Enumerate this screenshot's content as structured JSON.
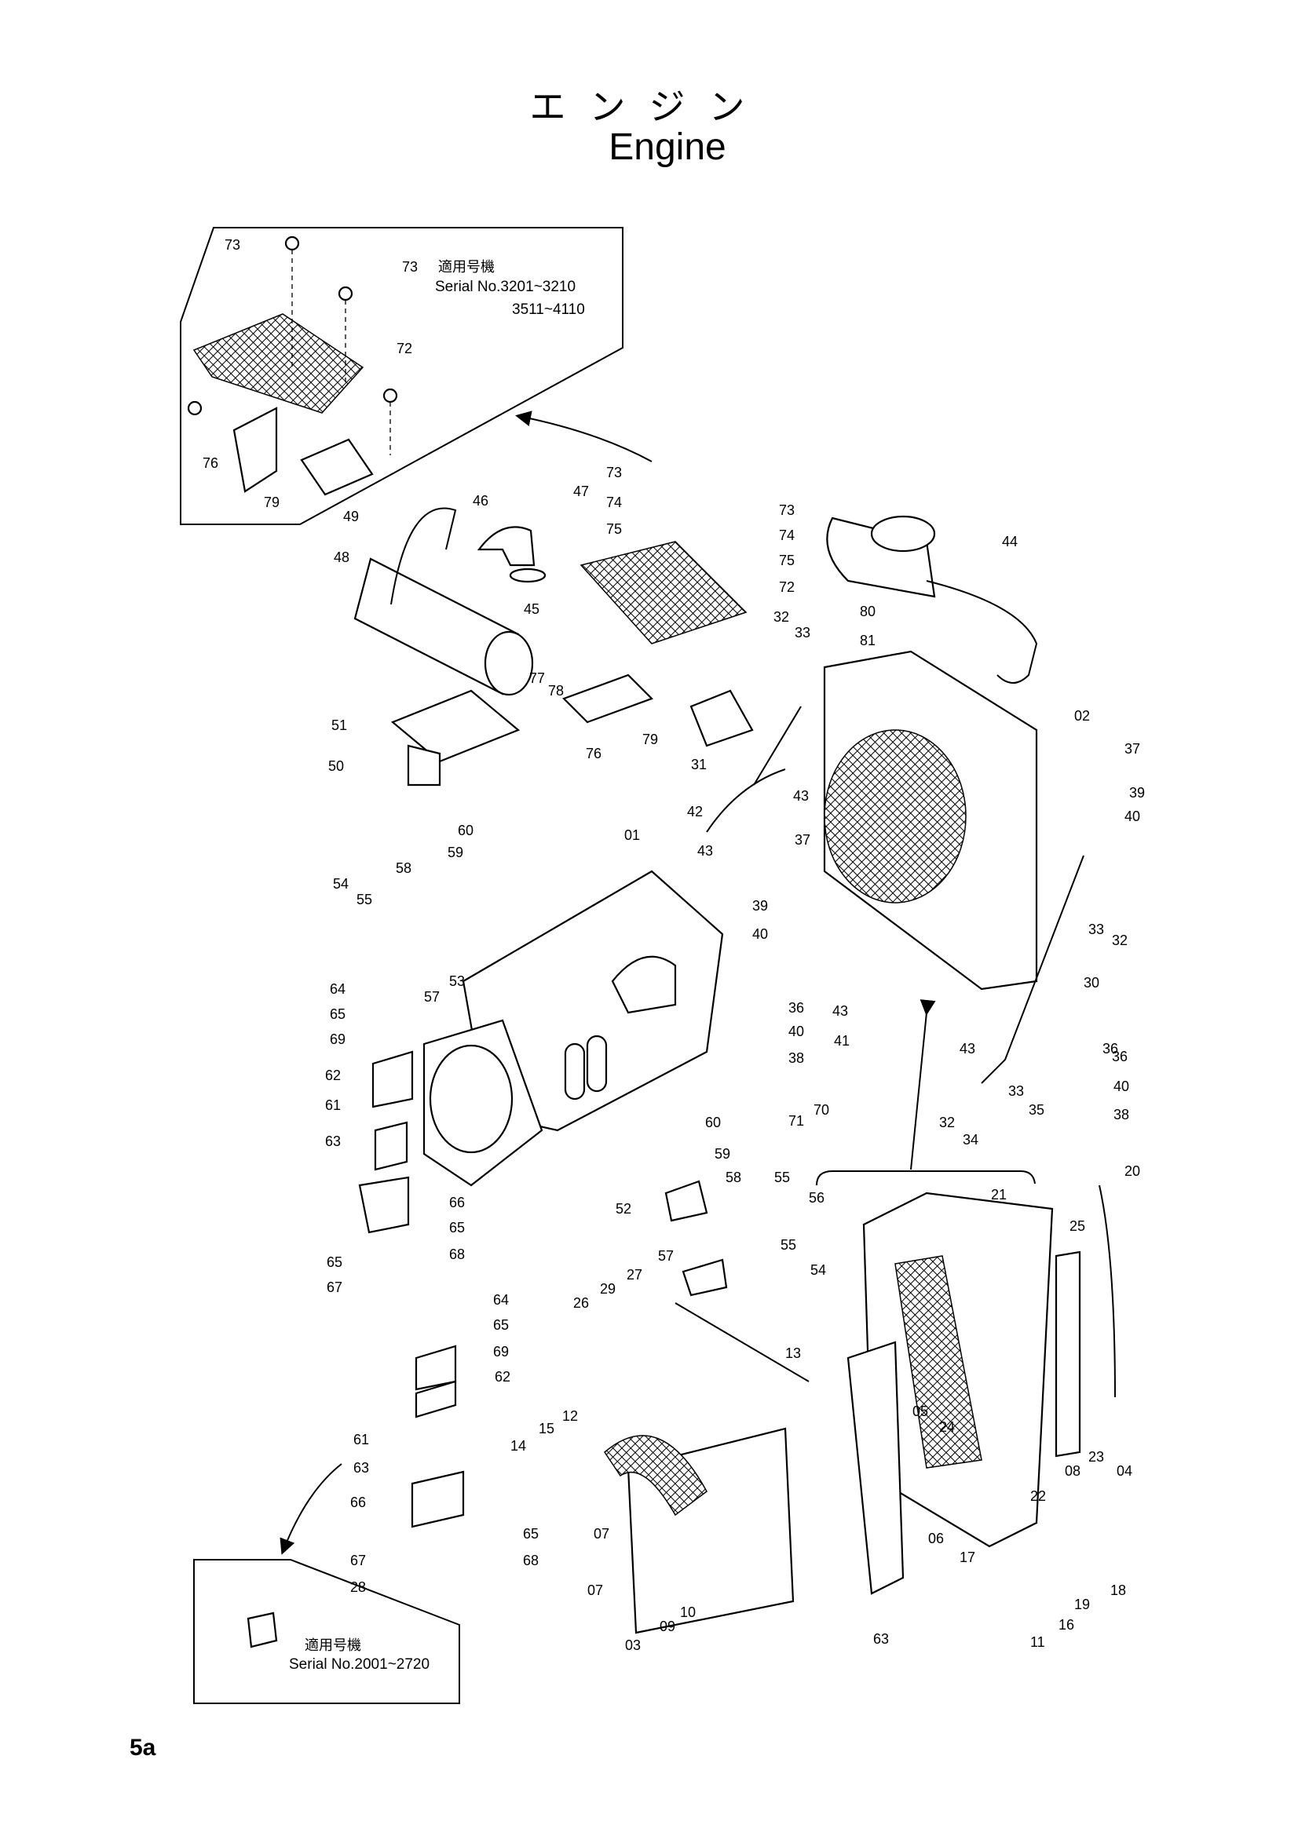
{
  "title": {
    "japanese": "エンジン",
    "english": "Engine"
  },
  "page_number": "5a",
  "insets": {
    "top": {
      "applicable_label": "適用号機",
      "serial_line1": "Serial No.3201~3210",
      "serial_line2": "3511~4110"
    },
    "bottom": {
      "applicable_label": "適用号機",
      "serial_line1": "Serial No.2001~2720"
    }
  },
  "callouts": [
    "73",
    "73",
    "72",
    "76",
    "79",
    "73",
    "74",
    "75",
    "47",
    "46",
    "49",
    "48",
    "45",
    "73",
    "74",
    "75",
    "72",
    "44",
    "80",
    "81",
    "32",
    "33",
    "77",
    "78",
    "76",
    "79",
    "51",
    "50",
    "31",
    "02",
    "37",
    "39",
    "40",
    "43",
    "42",
    "01",
    "43",
    "37",
    "60",
    "59",
    "58",
    "54",
    "55",
    "57",
    "53",
    "39",
    "40",
    "33",
    "32",
    "30",
    "36",
    "40",
    "38",
    "64",
    "65",
    "69",
    "62",
    "61",
    "63",
    "36",
    "43",
    "41",
    "43",
    "70",
    "71",
    "32",
    "34",
    "33",
    "35",
    "38",
    "36",
    "40",
    "66",
    "65",
    "68",
    "65",
    "67",
    "60",
    "59",
    "58",
    "55",
    "56",
    "52",
    "57",
    "55",
    "54",
    "20",
    "21",
    "25",
    "64",
    "65",
    "69",
    "62",
    "61",
    "63",
    "66",
    "65",
    "68",
    "67",
    "28",
    "29",
    "27",
    "26",
    "13",
    "14",
    "15",
    "12",
    "07",
    "05",
    "24",
    "23",
    "04",
    "22",
    "08",
    "07",
    "06",
    "17",
    "18",
    "19",
    "16",
    "11",
    "10",
    "09",
    "03",
    "63"
  ]
}
